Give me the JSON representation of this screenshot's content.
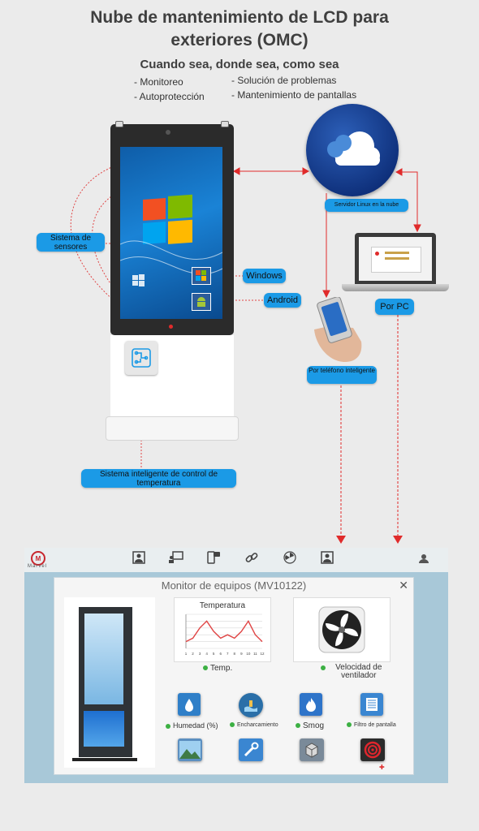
{
  "header": {
    "title_line1": "Nube de mantenimiento de LCD para",
    "title_line2": "exteriores (OMC)",
    "subtitle": "Cuando sea, donde sea, como sea",
    "features_left": [
      "- Monitoreo",
      "- Autoprotección"
    ],
    "features_right": [
      "- Solución de problemas",
      "- Mantenimiento de pantallas"
    ]
  },
  "diagram": {
    "sensor_label": "Sistema de sensores",
    "windows_label": "Windows",
    "android_label": "Android",
    "server_label": "Servidor Linux en la nube",
    "pc_label": "Por PC",
    "phone_label": "Por teléfono inteligente",
    "temp_control_label": "Sistema inteligente de control de temperatura",
    "accent": "#1b9ae6",
    "arrow_color": "#e02b2b"
  },
  "app": {
    "logo_text": "Marvel",
    "nav_icons": [
      "user-card-icon",
      "presentation-icon",
      "phone-chat-icon",
      "link-icon",
      "fan-icon",
      "user-card-icon",
      "profile-icon"
    ],
    "dialog_title": "Monitor de equipos (MV10122)",
    "temp_chart_title": "Temperatura",
    "temp_axis": [
      "1",
      "2",
      "3",
      "4",
      "5",
      "6",
      "7",
      "8",
      "9",
      "10",
      "11",
      "12"
    ],
    "temp_label": "Temp.",
    "fan_label": "Velocidad de ventilador",
    "tiles": [
      {
        "label": "Humedad (%)",
        "icon": "humidity-icon",
        "color": "#2f7fc8"
      },
      {
        "label": "Encharcamiento",
        "icon": "waterlog-icon",
        "color": "#2a6fa8"
      },
      {
        "label": "Smog",
        "icon": "flame-icon",
        "color": "#2e74c9"
      },
      {
        "label": "Filtro de pantalla",
        "icon": "filter-icon",
        "color": "#3a86d1"
      }
    ],
    "bottom_tiles": [
      "landscape-icon",
      "tool-icon",
      "box-icon",
      "target-icon"
    ]
  },
  "chart_data": {
    "type": "line",
    "title": "Temperatura",
    "x": [
      1,
      2,
      3,
      4,
      5,
      6,
      7,
      8,
      9,
      10,
      11,
      12
    ],
    "series": [
      {
        "values": [
          2,
          3,
          6,
          8,
          5,
          3,
          4,
          3,
          5,
          8,
          4,
          2
        ]
      }
    ],
    "ylim": [
      0,
      10
    ],
    "grid": true
  }
}
